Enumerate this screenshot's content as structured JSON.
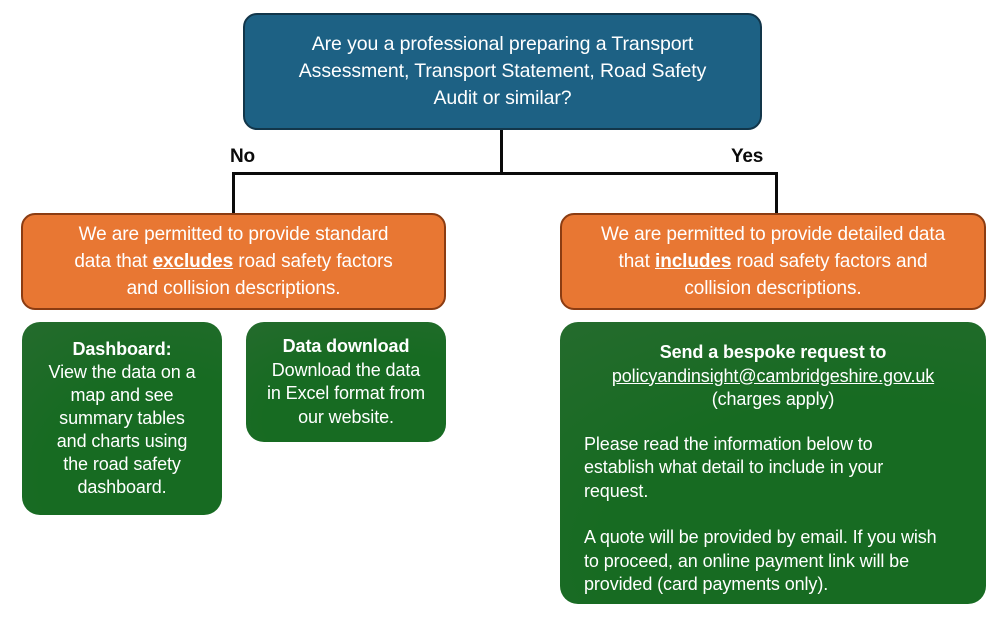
{
  "colors": {
    "question_fill": "#1d6184",
    "question_border": "#12364a",
    "outcome_fill": "#e87733",
    "outcome_border": "#8b3c12",
    "action_fill": "#176b22",
    "connector": "#0b0b0b",
    "text": "#ffffff",
    "page_background": "#ffffff"
  },
  "flowchart": {
    "question": {
      "lines": [
        "Are you a professional preparing a Transport",
        "Assessment, Transport Statement, Road Safety",
        "Audit or similar?"
      ]
    },
    "branches": {
      "no_label": "No",
      "yes_label": "Yes"
    },
    "outcome_no": {
      "line1": "We are permitted to provide standard",
      "line2_pre": "data that ",
      "line2_em": "excludes",
      "line2_post": " road safety factors",
      "line3": "and collision descriptions."
    },
    "outcome_yes": {
      "line1": "We are permitted to provide detailed data",
      "line2_pre": "that ",
      "line2_em": "includes",
      "line2_post": " road safety factors and",
      "line3": "collision descriptions."
    },
    "action_dashboard": {
      "heading": "Dashboard:",
      "lines": [
        "View the data on a",
        "map and see",
        "summary tables",
        "and charts using",
        "the road safety",
        "dashboard."
      ]
    },
    "action_download": {
      "heading": "Data download",
      "lines": [
        "Download the data",
        "in Excel format from",
        "our website."
      ]
    },
    "action_bespoke": {
      "heading": "Send a bespoke request to",
      "email": "policyandinsight@cambridgeshire.gov.uk",
      "charges_note": "(charges apply)",
      "paragraph1": [
        "Please read the information below to",
        "establish what detail to include in your",
        "request."
      ],
      "paragraph2": [
        "A quote will be provided by email. If you wish",
        "to proceed, an online payment link will be",
        "provided (card payments only)."
      ]
    }
  }
}
